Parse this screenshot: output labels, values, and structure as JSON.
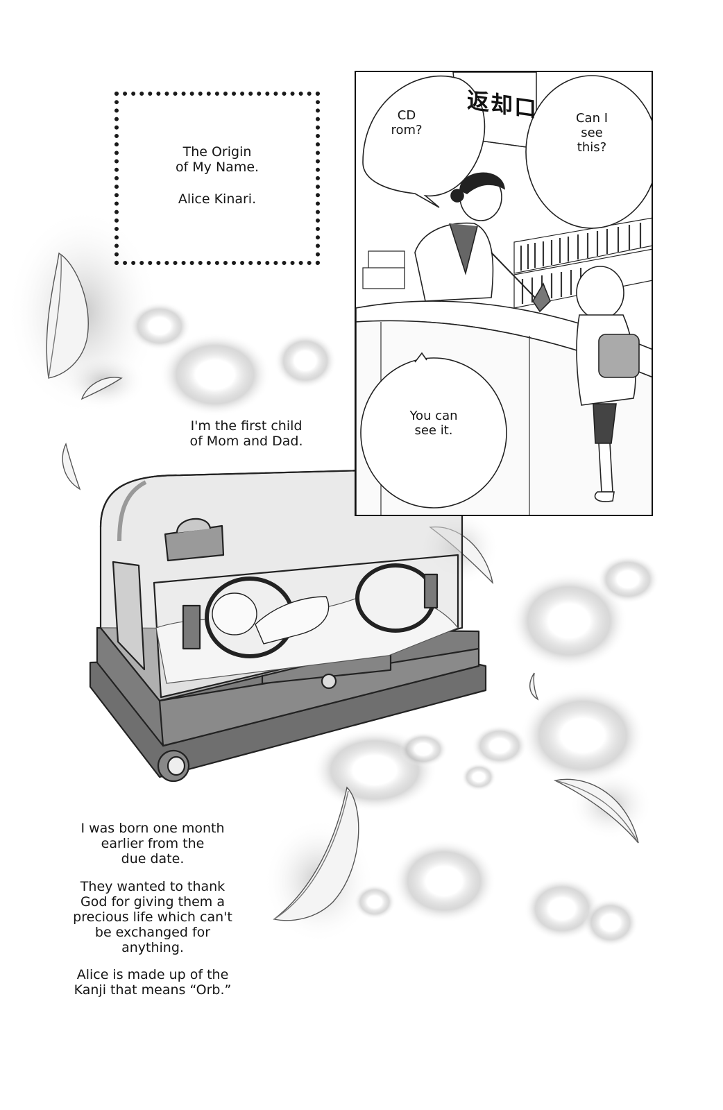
{
  "title_box": {
    "title": "The Origin\nof My Name.",
    "name": "Alice Kinari."
  },
  "panel": {
    "sign": "返却口",
    "bubbles": {
      "cd_rom": "CD\nrom?",
      "can_i_see": "Can I\nsee\nthis?",
      "you_can_see": "You can\nsee it."
    }
  },
  "narration": {
    "first_child": "I'm the first child\nof Mom and Dad.",
    "born_early": "I was born one month\nearlier from the\ndue date.",
    "thank_god": "They wanted to thank\nGod for giving them a\nprecious life which can't\nbe exchanged for\nanything.",
    "kanji": "Alice is made up of the\nKanji that means “Orb.”"
  }
}
